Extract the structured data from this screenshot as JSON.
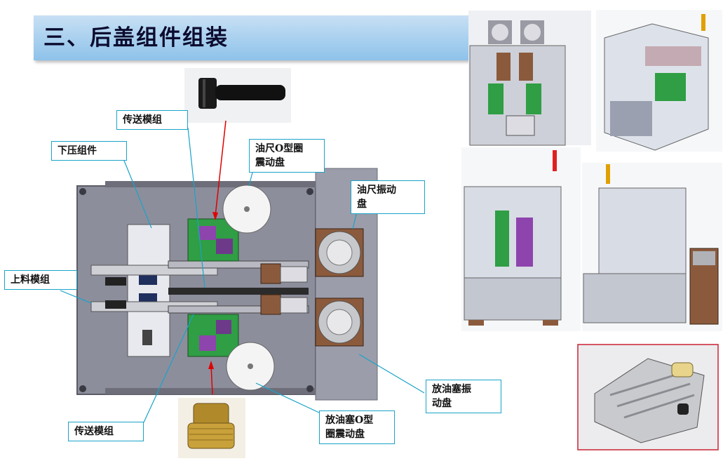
{
  "slide": {
    "title": "三、后盖组件组装"
  },
  "labels": {
    "transfer_top": "传送模组",
    "press_assembly": "下压组件",
    "oil_ring_bowl": "油尺O型圈\n震动盘",
    "oil_bowl": "油尺振动\n盘",
    "loading_module": "上料模组",
    "plug_bowl": "放油塞振\n动盘",
    "plug_ring_bowl": "放油塞O型\n圈震动盘",
    "transfer_bottom": "传送模组"
  },
  "colors": {
    "banner": "#8ec2ea",
    "callout_border": "#1aa3c8",
    "leader_line": "#1aa3c8",
    "arrow": "#e00000",
    "machine_plate": "#8d8e9c"
  }
}
